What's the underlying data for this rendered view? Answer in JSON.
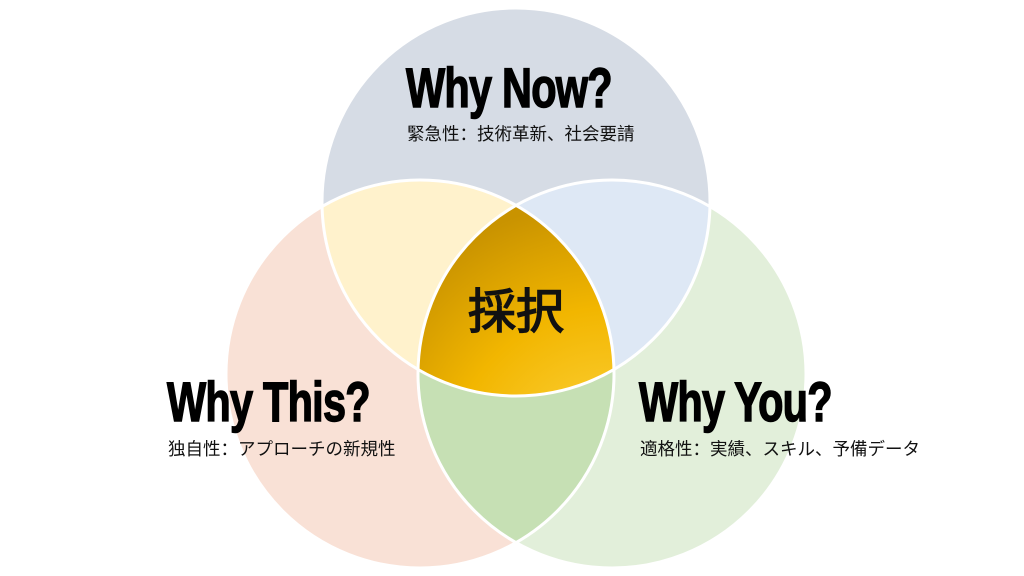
{
  "diagram": {
    "type": "venn",
    "center_label": "採択",
    "sets": [
      {
        "title": "Why Now?",
        "subtitle": "緊急性：技術革新、社会要請",
        "color": "#d6dce5"
      },
      {
        "title": "Why This?",
        "subtitle": "独自性：アプローチの新規性",
        "color": "#f9e1d6"
      },
      {
        "title": "Why You?",
        "subtitle": "適格性：実績、スキル、予備データ",
        "color": "#e2efda"
      }
    ],
    "overlap_colors": {
      "now_this": "#fff2cc",
      "now_you": "#dee8f5",
      "this_you": "#c6e0b4",
      "all": "#f0b400"
    }
  }
}
